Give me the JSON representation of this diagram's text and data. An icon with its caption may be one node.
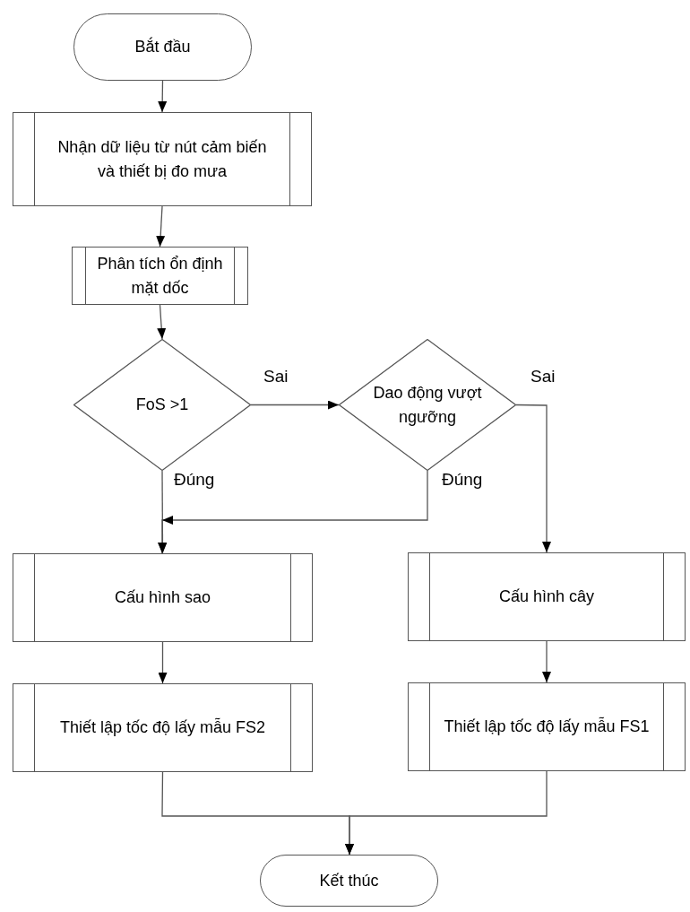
{
  "diagram": {
    "nodes": [
      {
        "text": [
          "Bắt đầu"
        ]
      },
      {
        "text": [
          "Nhận dữ liệu từ nút cảm biến và thiết bị đo mưa"
        ]
      },
      {
        "text": [
          "Phân tích ổn định mặt dốc"
        ]
      },
      {
        "text": [
          "FoS >1"
        ]
      },
      {
        "text": [
          "Dao động vượt ngưỡng"
        ]
      },
      {
        "text": [
          "Cấu hình sao"
        ]
      },
      {
        "text": [
          "Cấu hình cây"
        ]
      },
      {
        "text": [
          "Thiết lập tốc độ lấy mẫu FS2"
        ]
      },
      {
        "text": [
          "Thiết lập tốc độ lấy mẫu FS1"
        ]
      },
      {
        "text": [
          "Kết thúc"
        ]
      }
    ],
    "edges": [
      {
        "from": 0,
        "to": 1,
        "arrow": "to"
      },
      {
        "from": 1,
        "to": 2,
        "arrow": "to"
      },
      {
        "from": 2,
        "to": 3,
        "arrow": "to"
      },
      {
        "from": 3,
        "to": 4,
        "arrow": "to",
        "label": "Sai"
      },
      {
        "from": 3,
        "to": 5,
        "arrow": "to",
        "label": "Đúng"
      },
      {
        "from": 4,
        "to": 5,
        "arrow": "to",
        "label": "Đúng"
      },
      {
        "from": 4,
        "to": 6,
        "arrow": "to",
        "label": "Sai"
      },
      {
        "from": 5,
        "to": 7,
        "arrow": "to"
      },
      {
        "from": 6,
        "to": 8,
        "arrow": "to"
      },
      {
        "from": 7,
        "to": 9,
        "arrow": "to"
      },
      {
        "from": 8,
        "to": 9,
        "arrow": "to"
      }
    ]
  }
}
